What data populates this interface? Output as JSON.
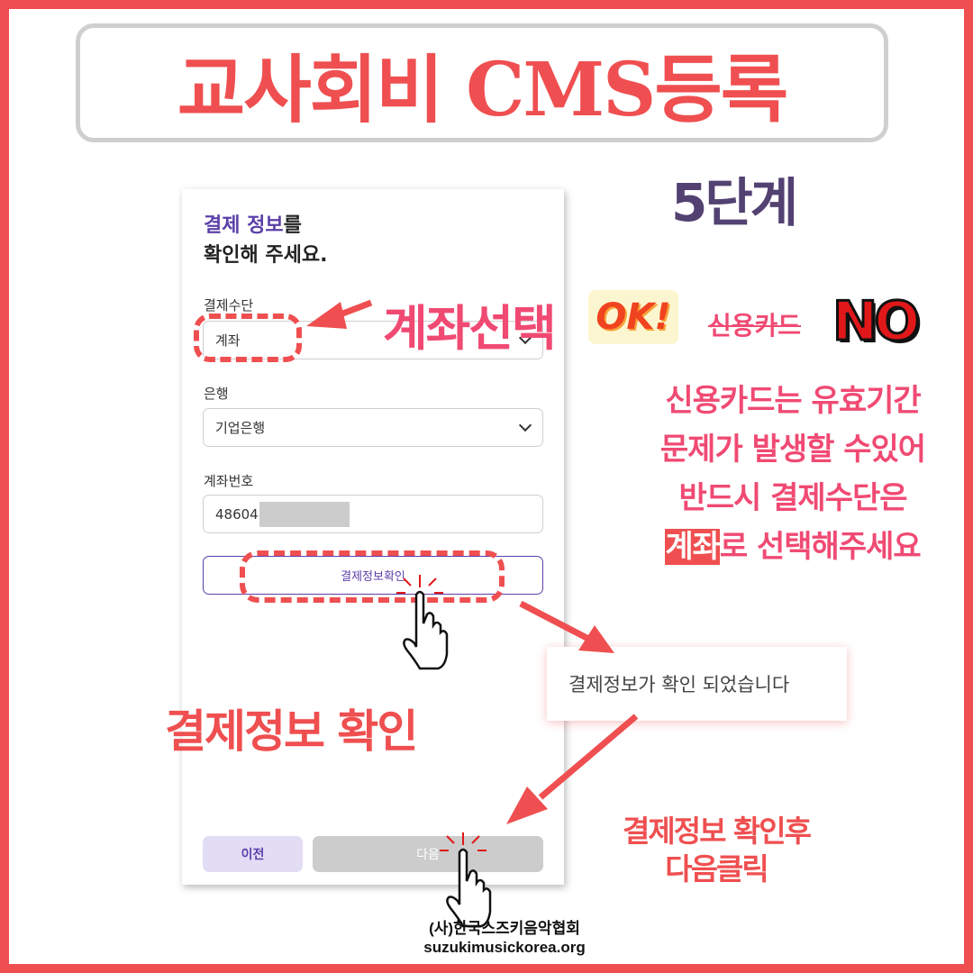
{
  "header": {
    "title": "교사회비 CMS등록",
    "step": "5단계"
  },
  "form": {
    "heading_accent": "결제 정보",
    "heading_rest": "를",
    "heading_line2": "확인해 주세요.",
    "payment_method": {
      "label": "결제수단",
      "value": "계좌"
    },
    "bank": {
      "label": "은행",
      "value": "기업은행"
    },
    "account_number": {
      "label": "계좌번호",
      "value": "48604"
    },
    "confirm_button": "결제정보확인",
    "prev_button": "이전",
    "next_button": "다음"
  },
  "annotations": {
    "select_account": "계좌선택",
    "ok_badge": "OK!",
    "credit_card": "신용카드",
    "no_badge": "NO",
    "notice_lines": [
      "신용카드는 유효기간",
      "문제가 발생할 수있어",
      "반드시 결제수단은"
    ],
    "notice_highlight": "계좌",
    "notice_tail": "로 선택해주세요",
    "confirm_label": "결제정보 확인",
    "next_label_line1": "결제정보 확인후",
    "next_label_line2": "다음클릭"
  },
  "toast": {
    "message": "결제정보가 확인 되었습니다"
  },
  "footer": {
    "org": "(사)한국스즈키음악협회",
    "url": "suzukimusickorea.org"
  },
  "colors": {
    "frame": "#ef4f50",
    "accent_purple": "#5b3fa8",
    "step_purple": "#524171",
    "pink": "#f04a73"
  }
}
